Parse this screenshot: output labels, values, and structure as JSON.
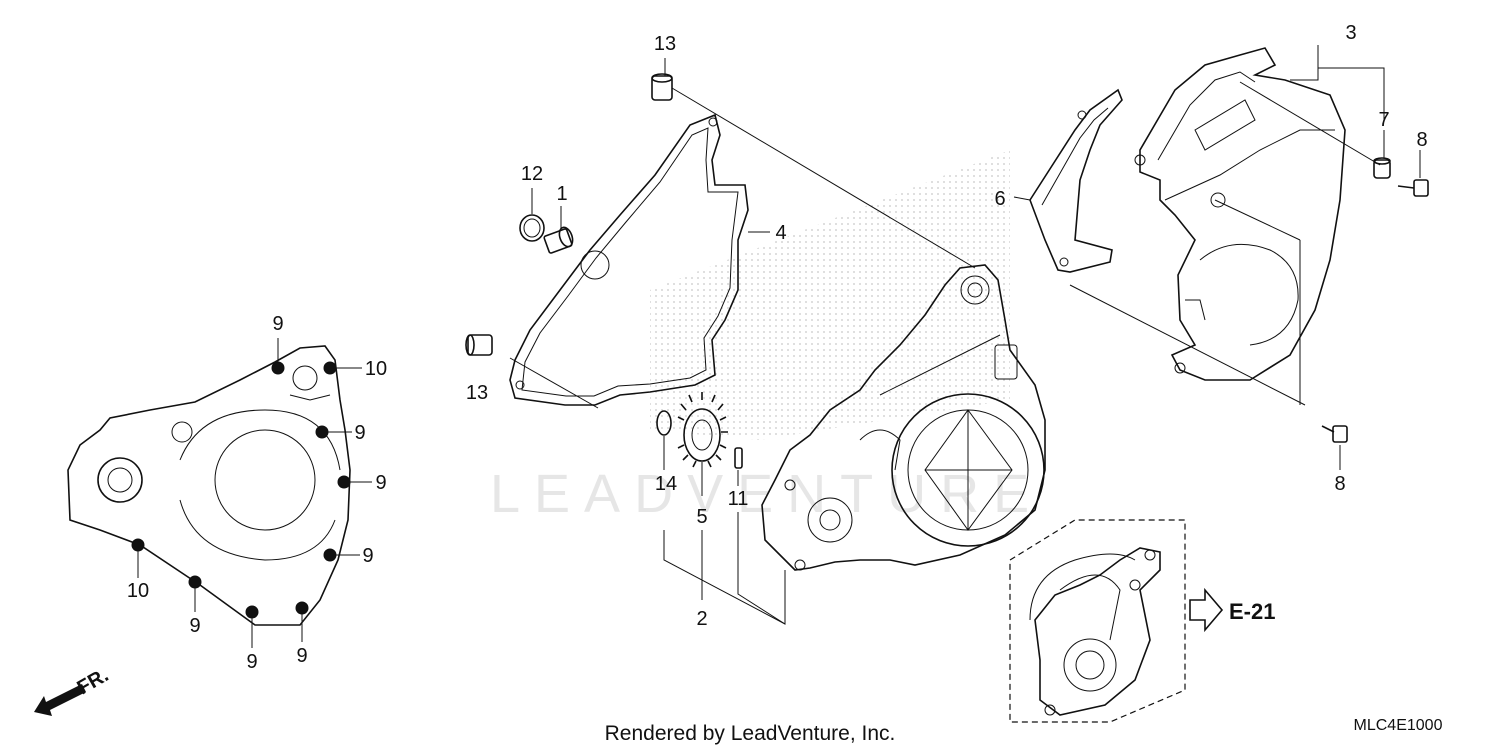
{
  "diagram": {
    "part_labels": [
      "13",
      "12",
      "1",
      "4",
      "13",
      "9",
      "10",
      "9",
      "9",
      "9",
      "10",
      "9",
      "9",
      "9",
      "14",
      "5",
      "11",
      "2",
      "3",
      "7",
      "8",
      "6",
      "8"
    ],
    "reference_arrow": "E-21",
    "direction": "FR.",
    "watermark": "LEADVENTURE",
    "footer": "Rendered by LeadVenture, Inc.",
    "drawing_code": "MLC4E1000"
  }
}
